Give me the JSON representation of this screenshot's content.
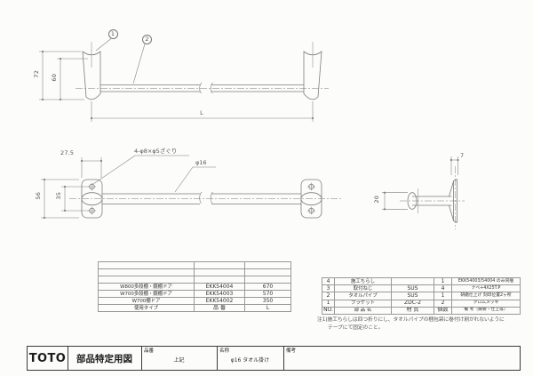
{
  "drawing": {
    "front_view": {
      "balloon_1": "1",
      "balloon_2": "2",
      "dim_height_total": "72",
      "dim_height_inner": "60",
      "dim_length": "L"
    },
    "plan_view": {
      "dim_offset": "27.5",
      "dim_plate_height": "56",
      "dim_hole_pitch": "35",
      "callout_counterbore": "4-φ8×φ5ざぐり",
      "callout_pipe_dia": "φ16"
    },
    "side_view": {
      "dim_collar": "20",
      "dim_plate_thickness": "7"
    }
  },
  "spec_table": {
    "rows": [
      {
        "type": "",
        "code": "",
        "len": ""
      },
      {
        "type": "",
        "code": "",
        "len": ""
      },
      {
        "type": "",
        "code": "",
        "len": ""
      },
      {
        "type": "W800多段棚・鏡棚ドア",
        "code": "EKK54004",
        "len": "670"
      },
      {
        "type": "W700多段棚・鏡棚ドア",
        "code": "EKK54003",
        "len": "570"
      },
      {
        "type": "W700棚ドア",
        "code": "EKK54002",
        "len": "350"
      },
      {
        "type": "使用タイプ",
        "code": "品 番",
        "len": "L"
      }
    ]
  },
  "parts_table": {
    "rows": [
      {
        "no": "4",
        "name": "施工ちらし",
        "mat": "",
        "qty": "1",
        "remark": "EKK54003/54004 のみ同梱"
      },
      {
        "no": "3",
        "name": "取付ねじ",
        "mat": "SUS",
        "qty": "4",
        "remark": "ナベ+4X25T.P"
      },
      {
        "no": "2",
        "name": "タオルパイプ",
        "mat": "SUS",
        "qty": "1",
        "remark": "研磨仕上げ 刻印位置2ヶ所"
      },
      {
        "no": "1",
        "name": "ブラケット",
        "mat": "ZDC-2",
        "qty": "2",
        "remark": "クロムメッキ"
      },
      {
        "no": "NO.",
        "name": "部 品 名",
        "mat": "材 質",
        "qty": "個数",
        "remark": "備 考（摘要・仕上等）"
      }
    ]
  },
  "note": {
    "line1": "注1)施工ちらしは四つ折りにし、タオルパイプの梱包袋に巻付け剥がれないように",
    "line2": "テープにて固定のこと。"
  },
  "title_block": {
    "logo": "TOTO",
    "doc_type": "部品特定用図",
    "part_no_label": "品番",
    "part_no_value": "上記",
    "name_label": "名称",
    "name_value": "φ16 タオル掛け",
    "remark_label": "備考"
  }
}
